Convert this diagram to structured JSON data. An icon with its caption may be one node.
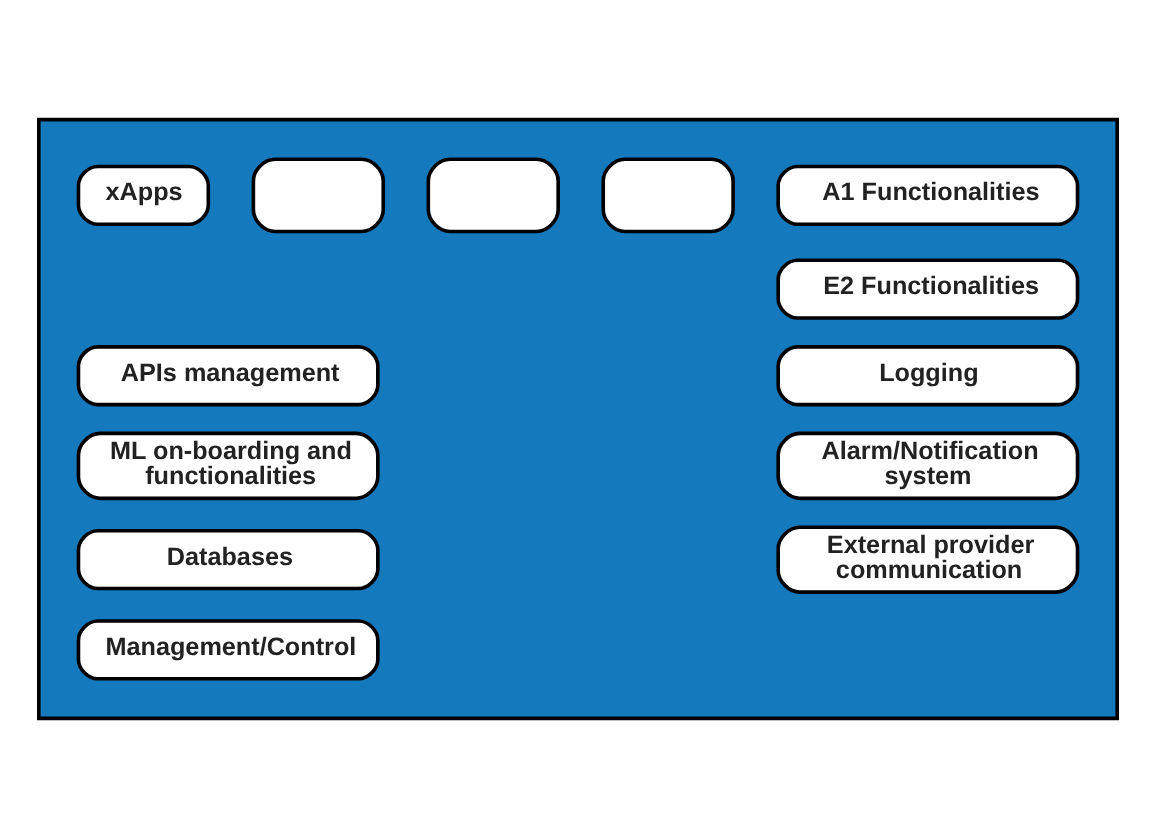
{
  "diagram": {
    "nodes": [
      {
        "text": [],
        "shape": "box"
      },
      {
        "text": [
          "A1 Functionalities"
        ],
        "in": 0
      },
      {
        "text": [],
        "shape": "box",
        "in": 0
      },
      {
        "text": [],
        "shape": "box",
        "in": 0
      },
      {
        "text": [],
        "shape": "box",
        "in": 0
      },
      {
        "text": [
          "xApps"
        ],
        "in": 0
      },
      {
        "text": [
          "E2 Functionalities"
        ],
        "in": 0
      },
      {
        "text": [
          "Logging"
        ],
        "in": 0
      },
      {
        "text": [
          "APIs management"
        ],
        "in": 0
      },
      {
        "text": [
          "Alarm/Notification system"
        ],
        "in": 0
      },
      {
        "text": [
          "ML on-boarding and functionalities"
        ],
        "in": 0
      },
      {
        "text": [
          "External provider communication"
        ],
        "in": 0
      },
      {
        "text": [
          "Databases"
        ],
        "in": 0
      },
      {
        "text": [
          "Management/Control"
        ],
        "in": 0
      }
    ],
    "edges": []
  }
}
